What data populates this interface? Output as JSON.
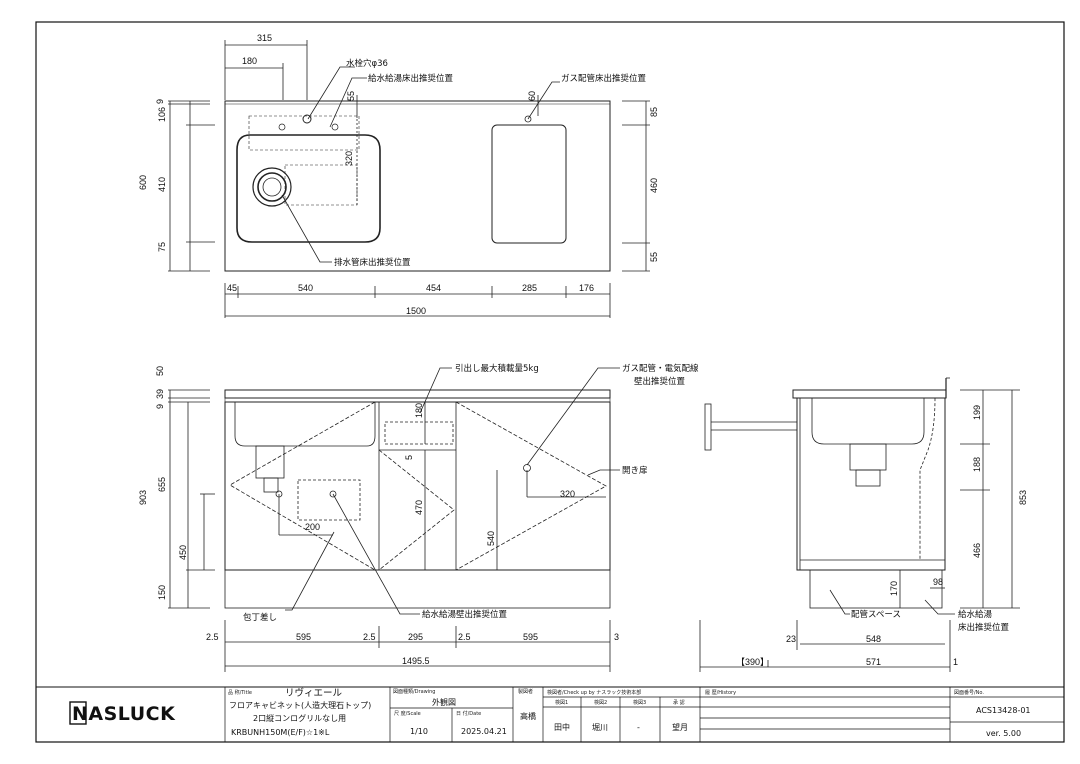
{
  "plan": {
    "dims": {
      "d315": "315",
      "d180": "180",
      "d9": "9",
      "d106": "106",
      "d600": "600",
      "d410": "410",
      "d75": "75",
      "d55a": "55",
      "d320": "320",
      "d60": "60",
      "d85": "85",
      "d460": "460",
      "d55b": "55",
      "d45": "45",
      "d540": "540",
      "d454": "454",
      "d285": "285",
      "d176": "176",
      "d1500": "1500"
    },
    "labels": {
      "faucet_hole": "水栓穴φ36",
      "water_floor": "給水給湯床出推奨位置",
      "gas_floor": "ガス配管床出推奨位置",
      "drain_floor": "排水管床出推奨位置"
    }
  },
  "front": {
    "dims": {
      "d50": "50",
      "d39": "39",
      "d9": "9",
      "d903": "903",
      "d655": "655",
      "d450": "450",
      "d150": "150",
      "d180": "180",
      "d5": "5",
      "d470": "470",
      "d540": "540",
      "d200": "200",
      "d320": "320",
      "b25a": "2.5",
      "b595a": "595",
      "b25b": "2.5",
      "b295": "295",
      "b25c": "2.5",
      "b595b": "595",
      "b3": "3",
      "b14955": "1495.5"
    },
    "labels": {
      "drawer_load": "引出し最大積載量5kg",
      "gas_elec_1": "ガス配管・電気配線",
      "gas_elec_2": "壁出推奨位置",
      "swing_door": "開き扉",
      "knife_holder": "包丁差し",
      "water_wall": "給水給湯壁出推奨位置"
    }
  },
  "side": {
    "dims": {
      "d199": "199",
      "d188": "188",
      "d853": "853",
      "d466": "466",
      "d170": "170",
      "d98": "98",
      "d23": "23",
      "d548": "548",
      "d390": "【390】",
      "d571": "571",
      "d1": "1"
    },
    "labels": {
      "pipe_space": "配管スペース",
      "water_1": "給水給湯",
      "water_2": "床出推奨位置"
    }
  },
  "titleblock": {
    "logo": "NASLUCK",
    "title_head": "品 称/Title",
    "title_1": "リヴィエール",
    "title_2": "フロアキャビネット(人造大理石トップ)",
    "title_3": "2口縦コンログリルなし用",
    "title_4": "KRBUNH150M(E/F)☆1※L",
    "drawing_head": "図面種類/Drawing",
    "drawing_val": "外観図",
    "scale_head": "尺 度/Scale",
    "scale_val": "1/10",
    "date_head": "日 付/Date",
    "date_val": "2025.04.21",
    "drawn_head": "製図者",
    "drawn_val": "高橋",
    "check_head": "検図者/Check up by ナスラック技術本部",
    "check_cols": [
      "検図1",
      "検図2",
      "検図3",
      "承 認"
    ],
    "check_vals": [
      "田中",
      "堀川",
      "-",
      "望月"
    ],
    "history_head": "履 歴/History",
    "no_head": "図面番号/No.",
    "no_val": "ACS13428-01",
    "ver_val": "ver. 5.00"
  }
}
